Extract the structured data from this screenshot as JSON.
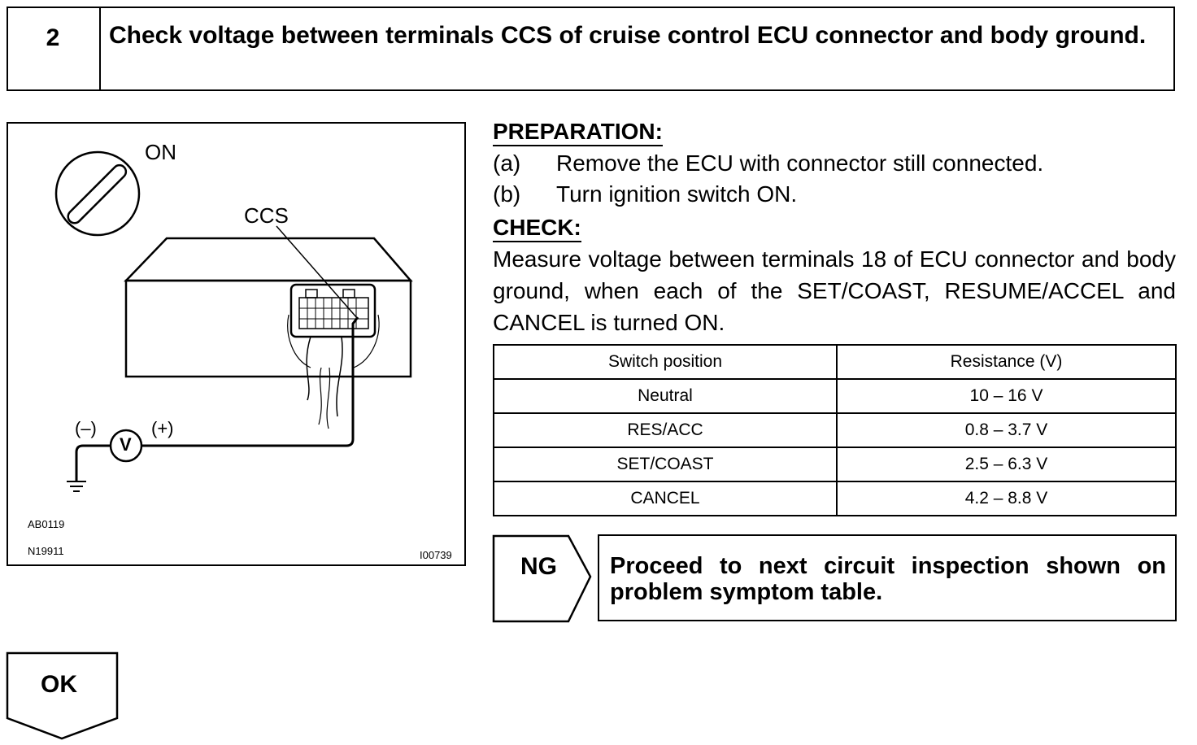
{
  "header": {
    "step_number": "2",
    "title": "Check voltage between terminals CCS of cruise control ECU connector and body ground."
  },
  "figure": {
    "ignition_label": "ON",
    "terminal_label": "CCS",
    "negative_label": "(–)",
    "positive_label": "(+)",
    "meter_label": "V",
    "ref_code_1": "AB0119",
    "ref_code_2": "N19911",
    "ref_code_3": "I00739"
  },
  "preparation": {
    "heading": "PREPARATION:",
    "steps": [
      {
        "letter": "(a)",
        "text": "Remove the ECU with connector still connected."
      },
      {
        "letter": "(b)",
        "text": "Turn ignition switch ON."
      }
    ]
  },
  "check": {
    "heading": "CHECK:",
    "text": "Measure voltage between terminals 18 of ECU connector and body ground, when each of the SET/COAST, RESUME/ACCEL and CANCEL is turned ON."
  },
  "table": {
    "headers": [
      "Switch position",
      "Resistance (V)"
    ],
    "rows": [
      [
        "Neutral",
        "10 – 16 V"
      ],
      [
        "RES/ACC",
        "0.8 – 3.7 V"
      ],
      [
        "SET/COAST",
        "2.5 – 6.3 V"
      ],
      [
        "CANCEL",
        "4.2 – 8.8 V"
      ]
    ]
  },
  "ng": {
    "label": "NG",
    "text": "Proceed to next circuit inspection shown on problem symptom table."
  },
  "ok": {
    "label": "OK"
  }
}
